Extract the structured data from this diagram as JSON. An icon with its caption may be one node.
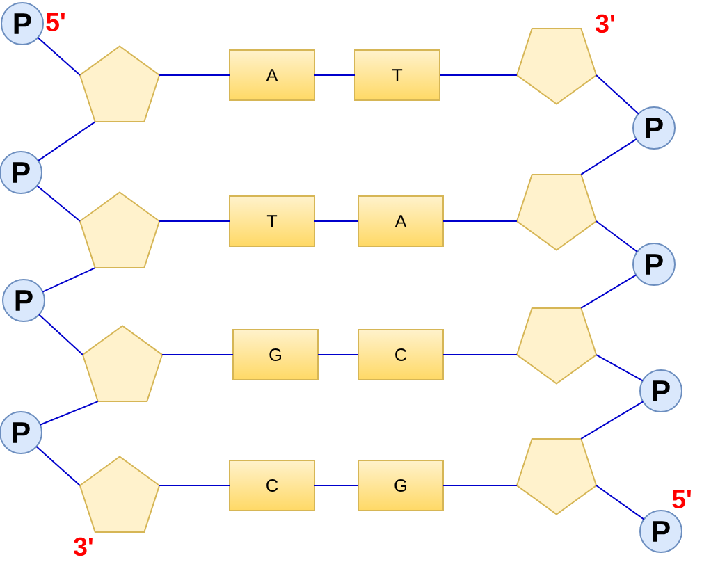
{
  "diagram": {
    "nodes": [
      {
        "text": [
          "P"
        ],
        "beside": [
          "5'"
        ]
      },
      {
        "text": [],
        "shape": "pentagon"
      },
      {
        "text": [
          "A"
        ]
      },
      {
        "text": [
          "T"
        ]
      },
      {
        "text": [],
        "shape": "pentagon",
        "beside": [
          "3'"
        ]
      },
      {
        "text": [
          "P"
        ]
      },
      {
        "text": [
          "P"
        ]
      },
      {
        "text": [],
        "shape": "pentagon"
      },
      {
        "text": [
          "T"
        ]
      },
      {
        "text": [
          "A"
        ]
      },
      {
        "text": [],
        "shape": "pentagon"
      },
      {
        "text": [
          "P"
        ]
      },
      {
        "text": [
          "P"
        ]
      },
      {
        "text": [],
        "shape": "pentagon"
      },
      {
        "text": [
          "G"
        ]
      },
      {
        "text": [
          "C"
        ]
      },
      {
        "text": [],
        "shape": "pentagon"
      },
      {
        "text": [
          "P"
        ]
      },
      {
        "text": [
          "P"
        ]
      },
      {
        "text": [],
        "shape": "pentagon",
        "beside": [
          "3'"
        ]
      },
      {
        "text": [
          "C"
        ]
      },
      {
        "text": [
          "G"
        ]
      },
      {
        "text": [],
        "shape": "pentagon"
      },
      {
        "text": [
          "P"
        ],
        "beside": [
          "5'"
        ]
      }
    ],
    "edges": [
      {
        "from": 0,
        "to": 1,
        "arrow": "none"
      },
      {
        "from": 1,
        "to": 2,
        "arrow": "none"
      },
      {
        "from": 2,
        "to": 3,
        "arrow": "none"
      },
      {
        "from": 3,
        "to": 4,
        "arrow": "none"
      },
      {
        "from": 4,
        "to": 5,
        "arrow": "none"
      },
      {
        "from": 1,
        "to": 6,
        "arrow": "none"
      },
      {
        "from": 5,
        "to": 10,
        "arrow": "none"
      },
      {
        "from": 6,
        "to": 7,
        "arrow": "none"
      },
      {
        "from": 7,
        "to": 8,
        "arrow": "none"
      },
      {
        "from": 8,
        "to": 9,
        "arrow": "none"
      },
      {
        "from": 9,
        "to": 10,
        "arrow": "none"
      },
      {
        "from": 10,
        "to": 11,
        "arrow": "none"
      },
      {
        "from": 7,
        "to": 12,
        "arrow": "none"
      },
      {
        "from": 11,
        "to": 16,
        "arrow": "none"
      },
      {
        "from": 12,
        "to": 13,
        "arrow": "none"
      },
      {
        "from": 13,
        "to": 14,
        "arrow": "none"
      },
      {
        "from": 14,
        "to": 15,
        "arrow": "none"
      },
      {
        "from": 15,
        "to": 16,
        "arrow": "none"
      },
      {
        "from": 16,
        "to": 17,
        "arrow": "none"
      },
      {
        "from": 13,
        "to": 18,
        "arrow": "none"
      },
      {
        "from": 17,
        "to": 22,
        "arrow": "none"
      },
      {
        "from": 18,
        "to": 19,
        "arrow": "none"
      },
      {
        "from": 19,
        "to": 20,
        "arrow": "none"
      },
      {
        "from": 20,
        "to": 21,
        "arrow": "none"
      },
      {
        "from": 21,
        "to": 22,
        "arrow": "none"
      },
      {
        "from": 22,
        "to": 23,
        "arrow": "none"
      }
    ]
  }
}
